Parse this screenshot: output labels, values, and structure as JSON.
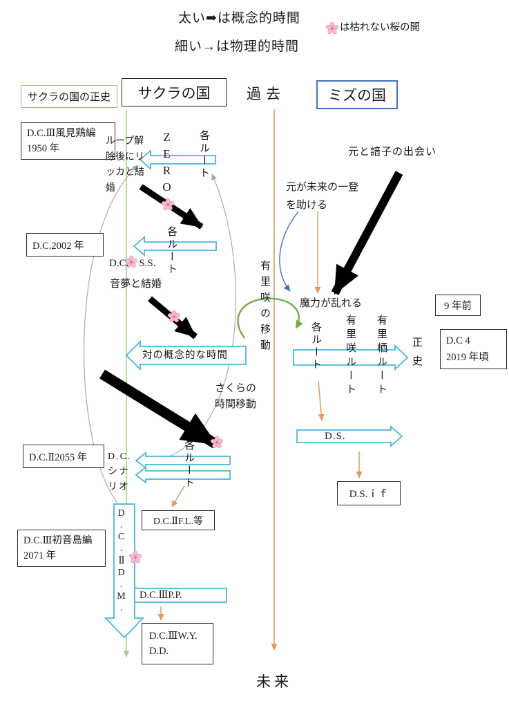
{
  "legend": {
    "thick_line": "太い➡は概念的時間",
    "thin_line": "細い→は物理的時間",
    "flower_note": "は枯れない桜の開"
  },
  "headers": {
    "sakura_history": "サクラの国の正史",
    "sakura_country": "サクラの国",
    "past": "過去",
    "mizu_country": "ミズの国",
    "future": "未来"
  },
  "timeline_boxes": {
    "kazamidori_line1": "D.C.Ⅲ風見鶏編",
    "kazamidori_line2": "1950 年",
    "dc2002": "D.C.2002 年",
    "dc2_2055": "D.C.Ⅱ2055 年",
    "hatsunejima_line1": "D.C.Ⅲ初音島編",
    "hatsunejima_line2": "2071 年",
    "nine_years_ago": "9 年前",
    "dc4_line1": "D.C 4",
    "dc4_line2": "2019 年頃"
  },
  "sakura": {
    "loop_marriage_note": "ループ解除後にリッカと結婚",
    "zero": "ZERO",
    "route_top": "各ルート",
    "route_mid": "各ルート",
    "dc_ss": "D.C.　S.S.",
    "nemu_marriage": "音夢と結婚",
    "conceptual_pair_time": "対の概念的な時間",
    "sakura_time_move": "さくらの時間移動",
    "route_dc2": "各ルート",
    "dc_scenario": "D.C.シナリオ",
    "dc2_dm": "D.C.ⅡD.M.",
    "dc2_fl": "D.C.ⅡF.L.等",
    "dc3_pp": "D.C.ⅢP.P.",
    "dc3_wy_line1": "D.C.ⅢW.Y.",
    "dc3_wy_line2": "D.D."
  },
  "center": {
    "yurisaki_movement": "有里咲の移動"
  },
  "mizu": {
    "meeting": "元と諳子の出会い",
    "help_note": "元が未来の一登を助ける",
    "magic_disorder": "魔力が乱れる",
    "route": "各ルート",
    "yurisaki_route": "有里咲ルート",
    "yurisu_route": "有里栖ルート",
    "official_history": "正史",
    "ds": "D.S.",
    "ds_if": "D.S.ｉｆ"
  },
  "colors": {
    "conceptual_arrow_black": "#000000",
    "route_arrow_blue": "#4ab5dc",
    "physical_orange": "#dd9a5f",
    "physical_green": "#a9d18e",
    "loop_green": "#70ad47",
    "note_blue": "#4472c4",
    "sakura_pink": "#f7bcd0"
  }
}
